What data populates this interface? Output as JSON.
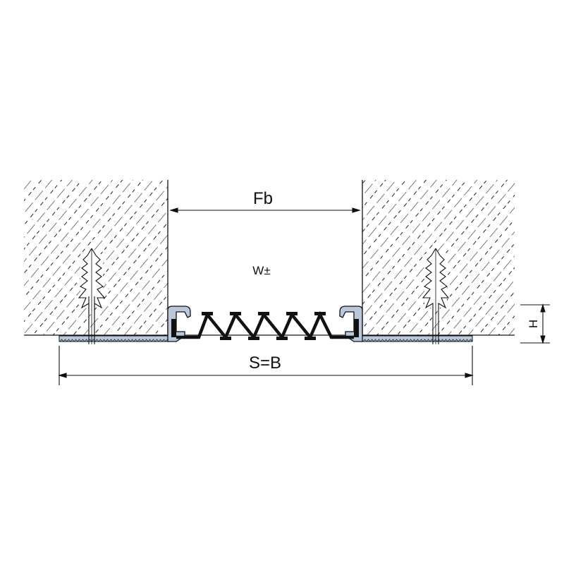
{
  "labels": {
    "gap_width": "Fb",
    "movement": "W±",
    "overall_width": "S=B",
    "height": "H"
  },
  "colors": {
    "line": "#111111",
    "profile_fill": "#b9c9dc",
    "hatch": "#222222",
    "background": "#ffffff"
  }
}
